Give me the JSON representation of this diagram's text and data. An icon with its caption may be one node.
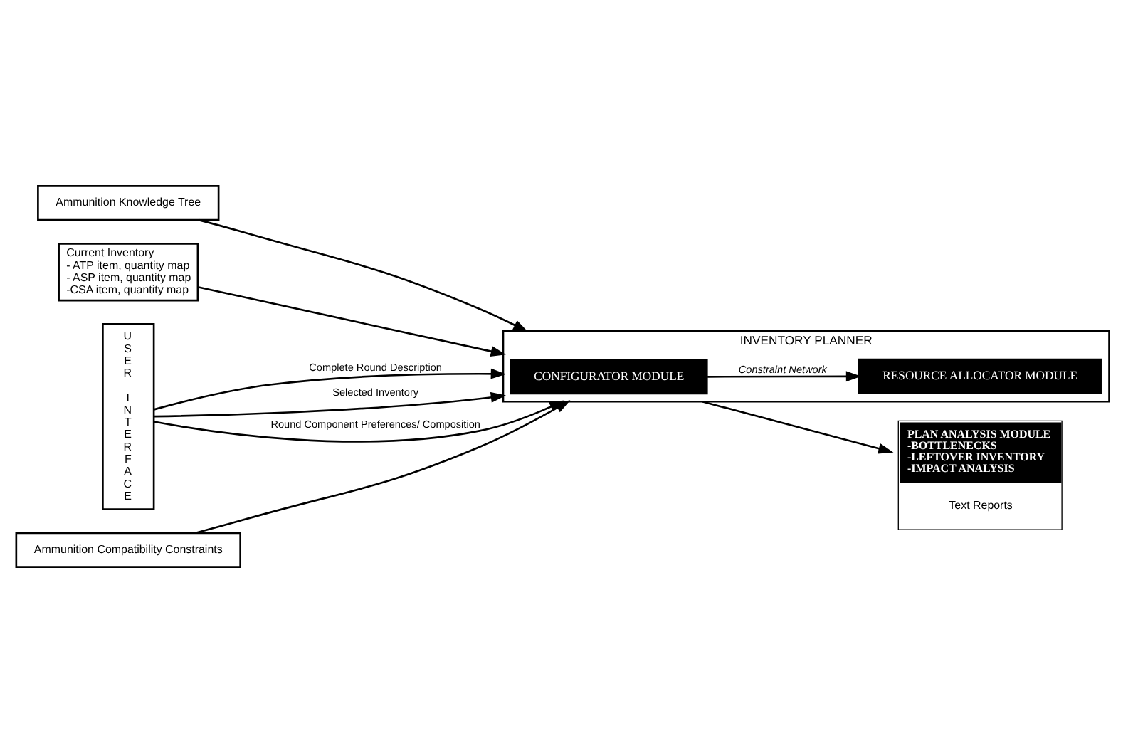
{
  "diagram": {
    "nodes": [
      {
        "text": [
          "Ammunition Knowledge Tree"
        ]
      },
      {
        "text": [
          "Current Inventory",
          "- ATP item, quantity map",
          "- ASP item, quantity map",
          "-CSA item, quantity map"
        ]
      },
      {
        "text": [
          "USER INTERFACE"
        ]
      },
      {
        "text": [
          "INVENTORY PLANNER"
        ]
      },
      {
        "text": [
          "CONFIGURATOR MODULE"
        ],
        "in": 3
      },
      {
        "text": [
          "RESOURCE ALLOCATOR MODULE"
        ],
        "in": 3
      },
      {
        "text": [
          "PLAN ANALYSIS MODULE",
          "-BOTTLENECKS",
          "-LEFTOVER INVENTORY",
          "-IMPACT ANALYSIS",
          "Text Reports"
        ]
      },
      {
        "text": [
          "Ammunition Compatibility Constraints"
        ]
      }
    ],
    "edges": [
      {
        "from": 0,
        "to": 3,
        "arrow": "to"
      },
      {
        "from": 1,
        "to": 3,
        "arrow": "to"
      },
      {
        "from": 2,
        "to": 3,
        "arrow": "to",
        "label": "Complete Round Description"
      },
      {
        "from": 2,
        "to": 3,
        "arrow": "to",
        "label": "Selected Inventory"
      },
      {
        "from": 2,
        "to": 3,
        "arrow": "to",
        "label": "Round Component Preferences/ Composition"
      },
      {
        "from": 4,
        "to": 5,
        "arrow": "to",
        "label": "Constraint Network"
      },
      {
        "from": 3,
        "to": 6,
        "arrow": "to"
      },
      {
        "from": 7,
        "to": 3,
        "arrow": "to"
      }
    ]
  }
}
